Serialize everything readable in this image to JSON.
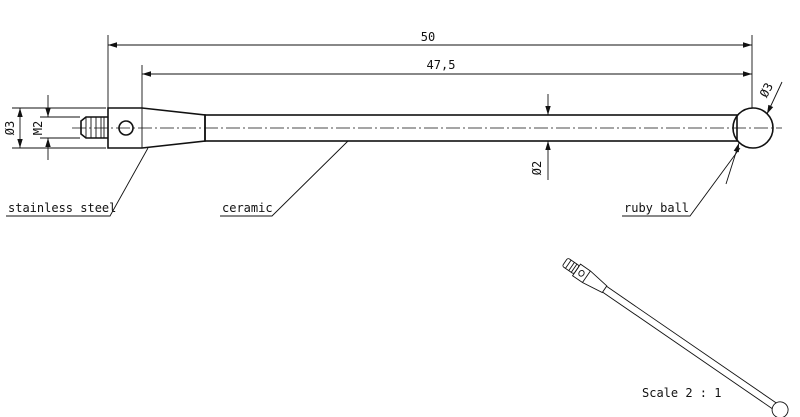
{
  "dimensions": {
    "overall_length": "50",
    "stem_length": "47,5",
    "ball_diameter": "Ø3",
    "thread_diameter": "Ø3",
    "thread_size": "M2",
    "stem_diameter": "Ø2"
  },
  "labels": {
    "body_material": "stainless steel",
    "stem_material": "ceramic",
    "tip_material": "ruby ball"
  },
  "scale": "Scale 2 : 1"
}
